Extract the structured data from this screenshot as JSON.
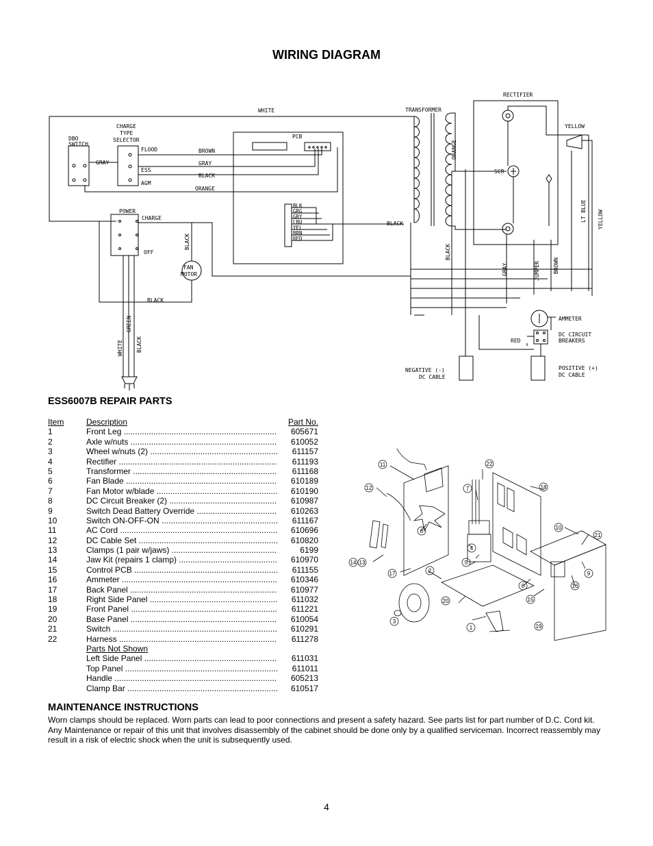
{
  "title": "WIRING DIAGRAM",
  "wiring": {
    "dbo_switch": [
      "DBO",
      "SWITCH"
    ],
    "charge_type_selector": [
      "CHARGE",
      "TYPE",
      "SELECTOR"
    ],
    "flood": "FLOOD",
    "ess": "ESS",
    "agm": "AGM",
    "gray": "GRAY",
    "white": "WHITE",
    "pcb": "PCB",
    "brown": "BROWN",
    "black": "BLACK",
    "orange": "ORANGE",
    "transformer": "TRANSFORMER",
    "rectifier": "RECTIFIER",
    "scr": "SCR",
    "yellow": "YELLOW",
    "lt_blue": "LT BLUE",
    "power": "POWER",
    "charge": "CHARGE",
    "off": "OFF",
    "fan_motor": [
      "FAN",
      "MOTOR"
    ],
    "green": "GREEN",
    "jumper": "JUMPER",
    "red": "RED",
    "ammeter": "AMMETER",
    "dc_circuit_breakers": [
      "DC CIRCUIT",
      "BREAKERS"
    ],
    "negative_cable": [
      "NEGATIVE (-)",
      "DC CABLE"
    ],
    "positive_cable": [
      "POSITIVE (+)",
      "DC CABLE"
    ],
    "harness_colors": [
      "BLK",
      "GRG",
      "GRY",
      "LBU",
      "YEL",
      "BRN",
      "RED"
    ]
  },
  "parts": {
    "heading": "ESS6007B REPAIR PARTS",
    "col_item": "Item",
    "col_description": "Description",
    "col_part": "Part No.",
    "rows": [
      {
        "item": "1",
        "desc": "Front Leg",
        "part": "605671"
      },
      {
        "item": "2",
        "desc": "Axle w/nuts",
        "part": "610052"
      },
      {
        "item": "3",
        "desc": "Wheel w/nuts (2)",
        "part": "611157"
      },
      {
        "item": "4",
        "desc": "Rectifier",
        "part": "611193"
      },
      {
        "item": "5",
        "desc": "Transformer",
        "part": "611168"
      },
      {
        "item": "6",
        "desc": "Fan Blade",
        "part": "610189"
      },
      {
        "item": "7",
        "desc": "Fan Motor w/blade",
        "part": "610190"
      },
      {
        "item": "8",
        "desc": "DC Circuit Breaker (2)",
        "part": "610987"
      },
      {
        "item": "9",
        "desc": "Switch Dead Battery Override",
        "part": "610263"
      },
      {
        "item": "10",
        "desc": "Switch ON-OFF-ON",
        "part": "611167"
      },
      {
        "item": "11",
        "desc": "AC Cord",
        "part": "610696"
      },
      {
        "item": "12",
        "desc": "DC Cable Set",
        "part": "610820"
      },
      {
        "item": "13",
        "desc": "Clamps (1 pair w/jaws)",
        "part": "6199"
      },
      {
        "item": "14",
        "desc": "Jaw Kit (repairs 1 clamp)",
        "part": "610970"
      },
      {
        "item": "15",
        "desc": "Control PCB",
        "part": "611155"
      },
      {
        "item": "16",
        "desc": "Ammeter",
        "part": "610346"
      },
      {
        "item": "17",
        "desc": "Back Panel",
        "part": "610977"
      },
      {
        "item": "18",
        "desc": "Right Side Panel",
        "part": "611032"
      },
      {
        "item": "19",
        "desc": "Front Panel",
        "part": "611221"
      },
      {
        "item": "20",
        "desc": "Base Panel",
        "part": "610054"
      },
      {
        "item": "21",
        "desc": "Switch",
        "part": "610291"
      },
      {
        "item": "22",
        "desc": "Harness",
        "part": "611278"
      }
    ],
    "not_shown_label": "Parts Not Shown",
    "not_shown": [
      {
        "desc": "Left Side Panel",
        "part": "611031"
      },
      {
        "desc": "Top Panel",
        "part": "611011"
      },
      {
        "desc": "Handle",
        "part": "605213"
      },
      {
        "desc": "Clamp Bar",
        "part": "610517"
      }
    ]
  },
  "exploded_callouts": [
    "1",
    "2",
    "3",
    "4",
    "5",
    "6",
    "7",
    "8",
    "9",
    "10",
    "11",
    "12",
    "13",
    "14",
    "15",
    "16",
    "17",
    "18",
    "19",
    "20",
    "21",
    "22"
  ],
  "maintenance": {
    "heading": "MAINTENANCE INSTRUCTIONS",
    "body": "Worn clamps should be replaced.  Worn parts can lead to poor connections and present a safety hazard.  See parts list for part number of D.C. Cord kit. Any Maintenance or repair of this unit that involves disassembly of the cabinet should be done only by a qualified serviceman.  Incorrect reassembly may result in a risk of electric shock when the unit is subsequently used."
  },
  "page_number": "4"
}
